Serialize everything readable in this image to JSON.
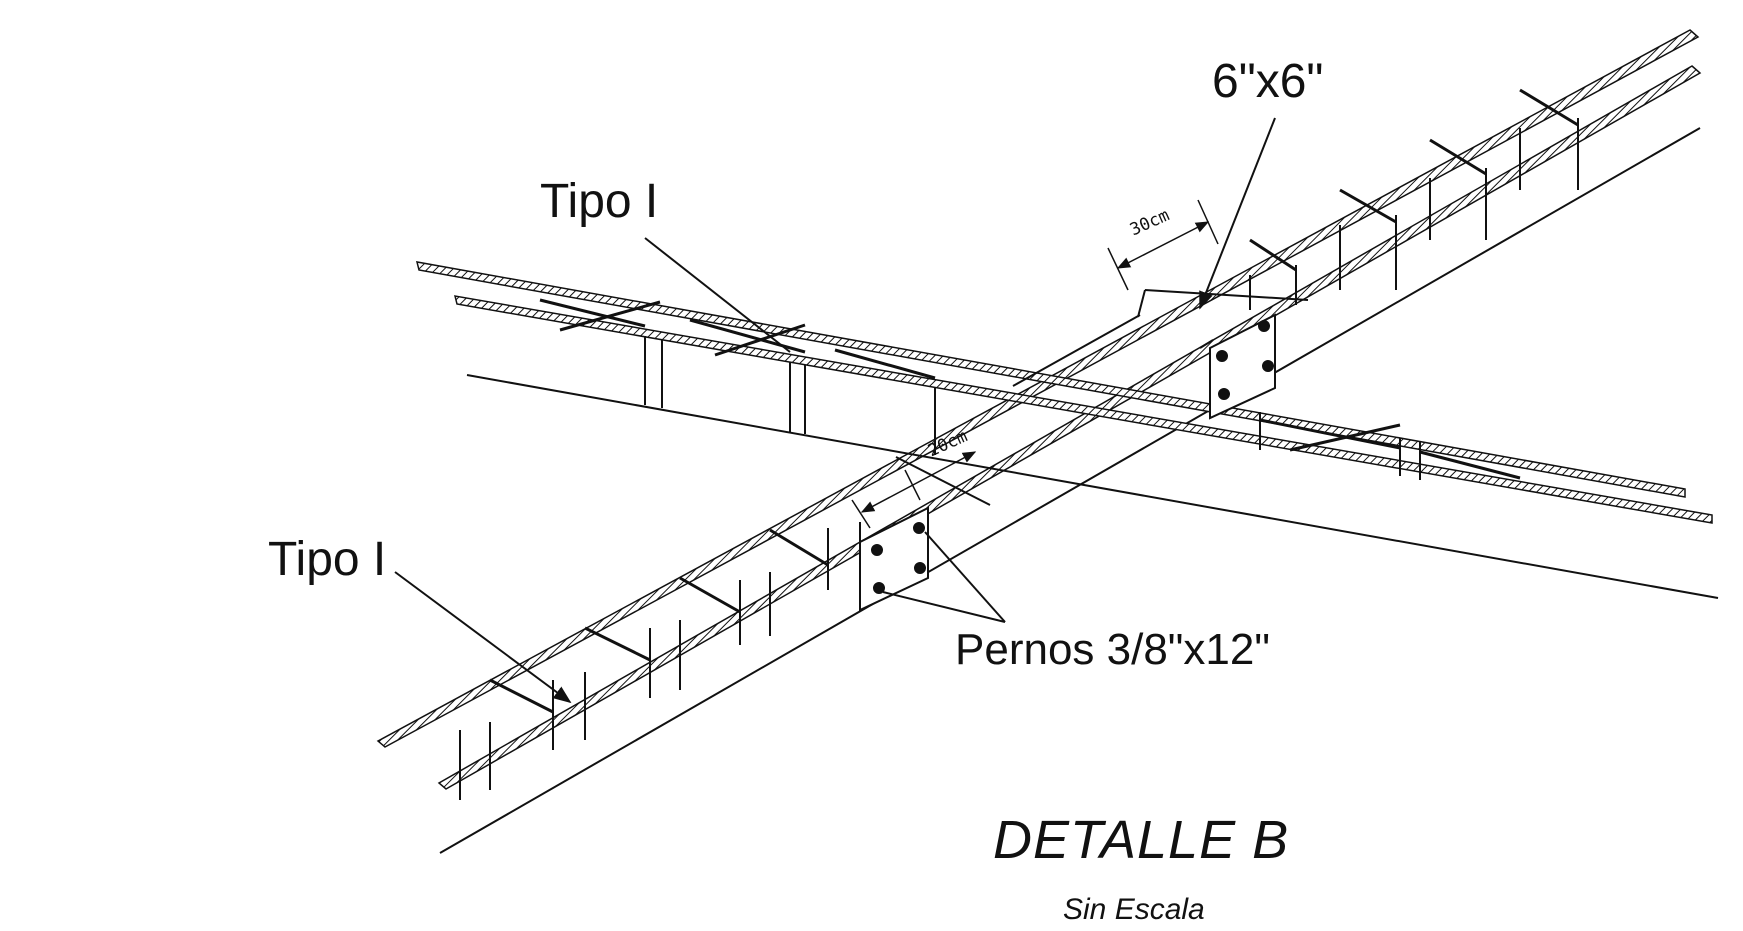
{
  "labels": {
    "tipo_upper": "Tipo I",
    "tipo_lower": "Tipo I",
    "post_size": "6\"x6\"",
    "bolts": "Pernos 3/8\"x12\"",
    "dim_30": "30cm",
    "dim_20": "20cm"
  },
  "title": {
    "main": "DETALLE B",
    "subtitle": "Sin Escala"
  },
  "colors": {
    "ink": "#111111",
    "paper": "#ffffff"
  }
}
